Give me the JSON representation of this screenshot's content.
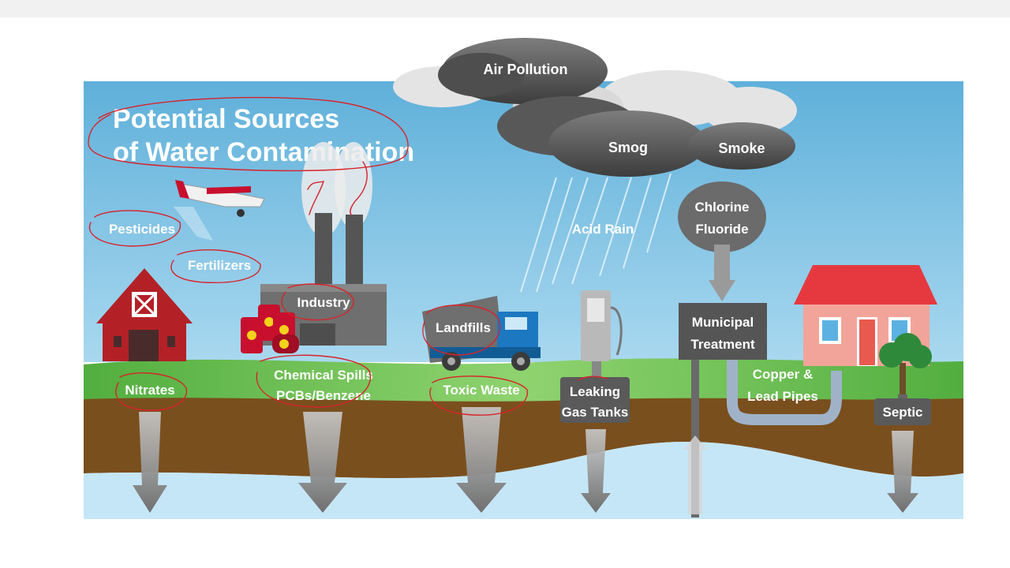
{
  "title": {
    "line1": "Potential Sources",
    "line2": "of Water Contamination"
  },
  "labels": {
    "air_pollution": "Air Pollution",
    "smog": "Smog",
    "smoke": "Smoke",
    "acid_rain": "Acid Rain",
    "chlorine": "Chlorine",
    "fluoride": "Fluoride",
    "pesticides": "Pesticides",
    "fertilizers": "Fertilizers",
    "industry": "Industry",
    "landfills": "Landfills",
    "municipal": "Municipal",
    "treatment": "Treatment",
    "nitrates": "Nitrates",
    "chemical_spills": "Chemical Spills",
    "pcbs_benzene": "PCBs/Benzene",
    "toxic_waste": "Toxic Waste",
    "leaking": "Leaking",
    "gas_tanks": "Gas Tanks",
    "copper": "Copper &",
    "lead_pipes": "Lead Pipes",
    "septic": "Septic"
  },
  "colors": {
    "sky": "#74bde0",
    "grass": "#5cb84a",
    "soil": "#7a4f1e",
    "water": "#bfe2f5",
    "barn": "#b32127",
    "annotation": "#d8232a"
  }
}
